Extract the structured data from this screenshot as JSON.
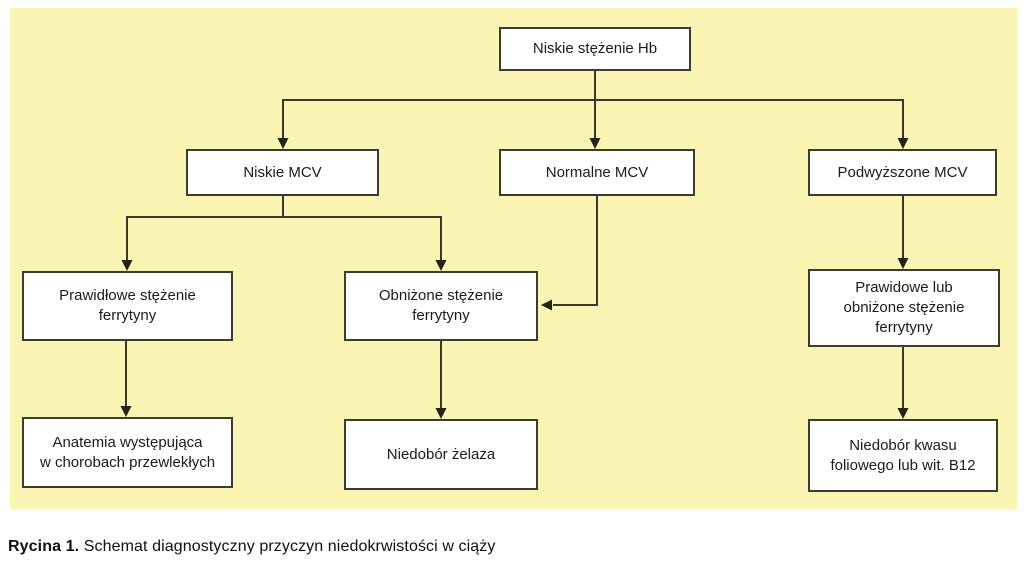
{
  "diagram": {
    "panel_background_color": "#faf5b2",
    "node_fill_color": "#fffffd",
    "node_border_color": "#3c3c30",
    "connector_color": "#3a3a2c",
    "nodes": {
      "hb": {
        "label": "Niskie stężenie Hb"
      },
      "niskie_mcv": {
        "label": "Niskie MCV"
      },
      "normalne_mcv": {
        "label": "Normalne MCV"
      },
      "podwyzszone_mcv": {
        "label": "Podwyższone MCV"
      },
      "prawidlowe_ferrytyna": {
        "label": "Prawidłowe stężenie\nferrytyny"
      },
      "obnizone_ferrytyna": {
        "label": "Obniżone stężenie\nferrytyny"
      },
      "prawidowe_obnizone_ferrytyna": {
        "label": "Prawidowe lub\nobniżone stężenie\nferrytyny"
      },
      "anatemia_przewlekle": {
        "label": "Anatemia występująca\nw chorobach przewlekłych"
      },
      "niedobor_zelaza": {
        "label": "Niedobór żelaza"
      },
      "niedobor_kwasu_b12": {
        "label": "Niedobór kwasu\nfoliowego lub wit. B12"
      }
    },
    "edges": [
      {
        "from": "hb",
        "to": "niskie_mcv"
      },
      {
        "from": "hb",
        "to": "normalne_mcv"
      },
      {
        "from": "hb",
        "to": "podwyzszone_mcv"
      },
      {
        "from": "niskie_mcv",
        "to": "prawidlowe_ferrytyna"
      },
      {
        "from": "niskie_mcv",
        "to": "obnizone_ferrytyna"
      },
      {
        "from": "normalne_mcv",
        "to": "obnizone_ferrytyna"
      },
      {
        "from": "podwyzszone_mcv",
        "to": "prawidowe_obnizone_ferrytyna"
      },
      {
        "from": "prawidlowe_ferrytyna",
        "to": "anatemia_przewlekle"
      },
      {
        "from": "obnizone_ferrytyna",
        "to": "niedobor_zelaza"
      },
      {
        "from": "prawidowe_obnizone_ferrytyna",
        "to": "niedobor_kwasu_b12"
      }
    ]
  },
  "caption": {
    "label_bold": "Rycina 1.",
    "text": " Schemat diagnostyczny przyczyn niedokrwistości w ciąży"
  }
}
